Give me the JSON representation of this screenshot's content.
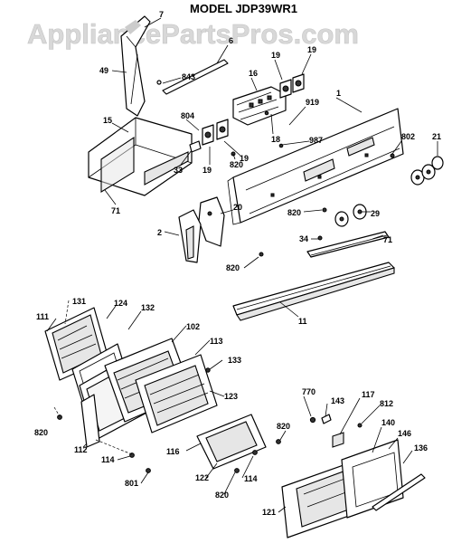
{
  "title": "MODEL JDP39WR1",
  "watermark": "AppliancePartsPros.com",
  "callouts": [
    {
      "id": "c7",
      "text": "7"
    },
    {
      "id": "c6",
      "text": "6"
    },
    {
      "id": "c49",
      "text": "49"
    },
    {
      "id": "c843",
      "text": "843"
    },
    {
      "id": "c16",
      "text": "16"
    },
    {
      "id": "c19a",
      "text": "19"
    },
    {
      "id": "c19b",
      "text": "19"
    },
    {
      "id": "c1",
      "text": "1"
    },
    {
      "id": "c15",
      "text": "15"
    },
    {
      "id": "c804",
      "text": "804"
    },
    {
      "id": "c18",
      "text": "18"
    },
    {
      "id": "c919",
      "text": "919"
    },
    {
      "id": "c987",
      "text": "987"
    },
    {
      "id": "c802",
      "text": "802"
    },
    {
      "id": "c21",
      "text": "21"
    },
    {
      "id": "c33",
      "text": "33"
    },
    {
      "id": "c19c",
      "text": "19"
    },
    {
      "id": "c820a",
      "text": "820"
    },
    {
      "id": "c19d",
      "text": "19"
    },
    {
      "id": "c71a",
      "text": "71"
    },
    {
      "id": "c20",
      "text": "20"
    },
    {
      "id": "c2",
      "text": "2"
    },
    {
      "id": "c820b",
      "text": "820"
    },
    {
      "id": "c29",
      "text": "29"
    },
    {
      "id": "c34",
      "text": "34"
    },
    {
      "id": "c71b",
      "text": "71"
    },
    {
      "id": "c820c",
      "text": "820"
    },
    {
      "id": "c11",
      "text": "11"
    },
    {
      "id": "c131",
      "text": "131"
    },
    {
      "id": "c124",
      "text": "124"
    },
    {
      "id": "c132",
      "text": "132"
    },
    {
      "id": "c111",
      "text": "111"
    },
    {
      "id": "c102",
      "text": "102"
    },
    {
      "id": "c113",
      "text": "113"
    },
    {
      "id": "c133",
      "text": "133"
    },
    {
      "id": "c123",
      "text": "123"
    },
    {
      "id": "c770",
      "text": "770"
    },
    {
      "id": "c143",
      "text": "143"
    },
    {
      "id": "c117",
      "text": "117"
    },
    {
      "id": "c812",
      "text": "812"
    },
    {
      "id": "c820d",
      "text": "820"
    },
    {
      "id": "c820e",
      "text": "820"
    },
    {
      "id": "c140",
      "text": "140"
    },
    {
      "id": "c146",
      "text": "146"
    },
    {
      "id": "c136",
      "text": "136"
    },
    {
      "id": "c112",
      "text": "112"
    },
    {
      "id": "c116",
      "text": "116"
    },
    {
      "id": "c114a",
      "text": "114"
    },
    {
      "id": "c114b",
      "text": "114"
    },
    {
      "id": "c122",
      "text": "122"
    },
    {
      "id": "c801",
      "text": "801"
    },
    {
      "id": "c820f",
      "text": "820"
    },
    {
      "id": "c121",
      "text": "121"
    }
  ]
}
